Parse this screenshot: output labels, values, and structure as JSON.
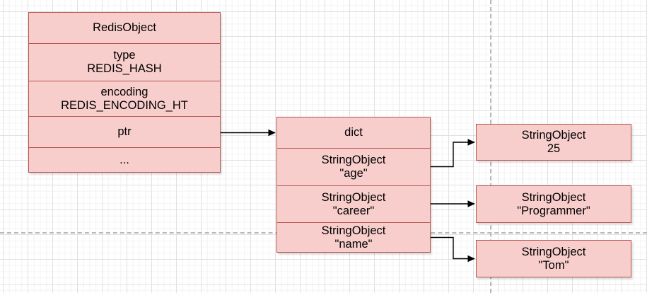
{
  "colors": {
    "node_fill": "#f8cecc",
    "node_stroke": "#b85450",
    "arrow": "#000000",
    "guide": "#b9b9b9"
  },
  "nodes": {
    "redis_object": {
      "title": "RedisObject",
      "type_label": "type",
      "type_value": "REDIS_HASH",
      "encoding_label": "encoding",
      "encoding_value": "REDIS_ENCODING_HT",
      "ptr_label": "ptr",
      "ellipsis": "..."
    },
    "dict": {
      "title": "dict",
      "entries": [
        {
          "class": "StringObject",
          "value": "\"age\""
        },
        {
          "class": "StringObject",
          "value": "\"career\""
        },
        {
          "class": "StringObject",
          "value": "\"name\""
        }
      ]
    },
    "values": [
      {
        "class": "StringObject",
        "value": "25"
      },
      {
        "class": "StringObject",
        "value": "\"Programmer\""
      },
      {
        "class": "StringObject",
        "value": "\"Tom\""
      }
    ]
  }
}
